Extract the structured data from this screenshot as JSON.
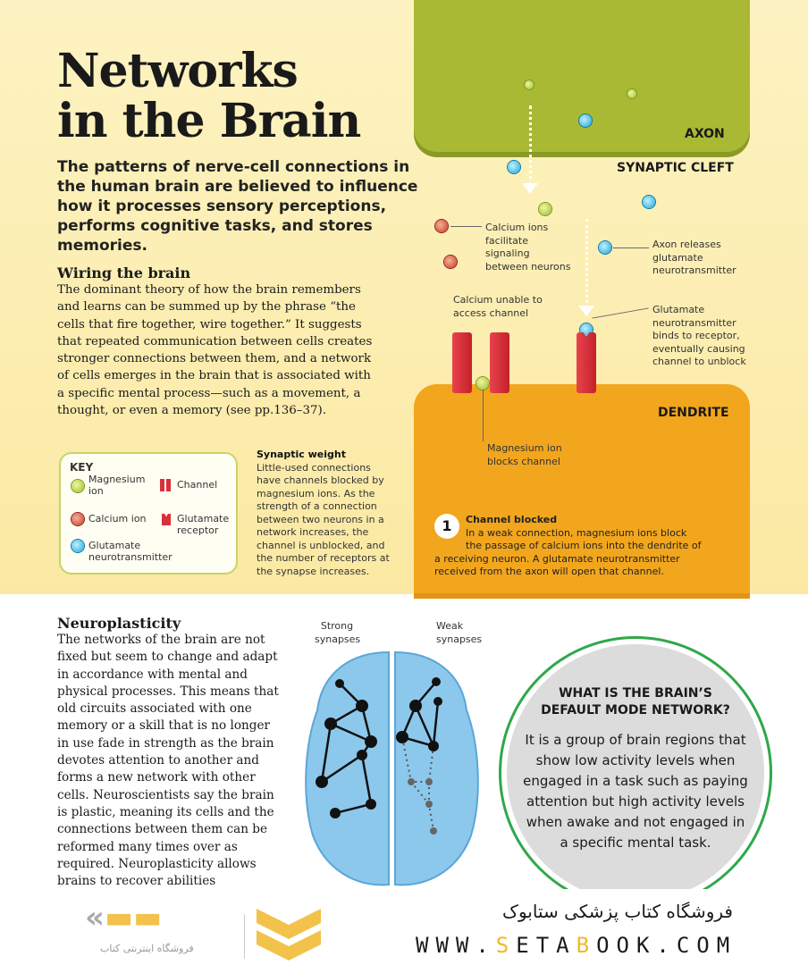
{
  "title": [
    "Networks",
    "in the Brain"
  ],
  "intro": "The patterns of nerve-cell connections in the human brain are believed to influence how it processes sensory perceptions, performs cognitive tasks, and stores memories.",
  "wiring": {
    "heading": "Wiring the brain",
    "text": "The dominant theory of how the brain remembers and learns can be summed up by the phrase “the cells that fire together, wire together.” It suggests that repeated communication between cells creates stronger connections between them, and a network of cells emerges in the brain that is associated with a specific mental process—such as a movement, a thought, or even a memory (see pp.136–37)."
  },
  "key": {
    "title": "KEY",
    "items": [
      "Magnesium ion",
      "Calcium ion",
      "Glutamate neurotransmitter",
      "Channel",
      "Glutamate receptor"
    ]
  },
  "synaptic_weight": {
    "heading": "Synaptic weight",
    "text": "Little-used connections have channels blocked by magnesium ions. As the strength of a connection between two neurons in a network increases, the channel is unblocked, and the number of receptors at the synapse increases."
  },
  "diagram": {
    "axon": "AXON",
    "cleft": "SYNAPTIC CLEFT",
    "dendrite": "DENDRITE",
    "labels": [
      "Calcium ions facilitate signaling between neurons",
      "Axon releases glutamate neurotransmitter",
      "Calcium unable to access channel",
      "Glutamate neurotransmitter binds to receptor, eventually causing channel to unblock",
      "Magnesium ion blocks channel"
    ],
    "step_number": "1",
    "step_title": "Channel blocked",
    "step_text": "In a weak connection, magnesium ions block the passage of calcium ions into the dendrite of a receiving neuron. A glutamate neurotransmitter received from the axon will open that channel."
  },
  "neuro": {
    "heading": "Neuroplasticity",
    "text": "The networks of the brain are not fixed but seem to change and adapt in accordance with mental and physical processes. This means that old circuits associated with one memory or a skill that is no longer in use fade in strength as the brain devotes attention to another and forms a new network with other cells. Neuroscientists say the brain is plastic, meaning its cells and the connections between them can be reformed many times over as required. Neuroplasticity allows brains to recover abilities"
  },
  "brain": {
    "strong": "Strong synapses",
    "weak": "Weak synapses"
  },
  "dmn": {
    "question": "WHAT IS THE BRAIN’S DEFAULT MODE NETWORK?",
    "answer": "It is a group of brain regions that show low activity levels when engaged in a task such as paying attention but high activity levels when awake and not engaged in a specific mental task."
  },
  "watermark": {
    "logo_sub": "فروشگاه اینترنتی کتاب",
    "shop": "فروشگاه کتاب پزشکی ستابوک",
    "url_pre": "WWW.",
    "url_s": "S",
    "url_mid": "ETA",
    "url_b": "B",
    "url_post": "OOK.COM"
  }
}
